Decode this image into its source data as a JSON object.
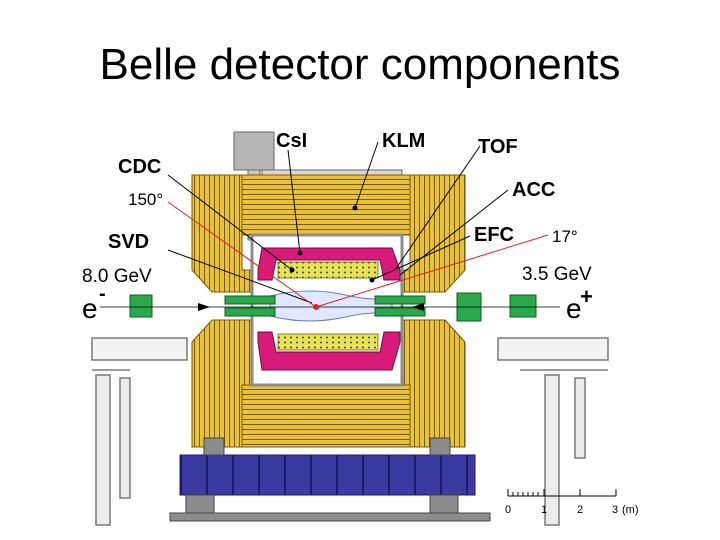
{
  "title": "Belle detector components",
  "labels": {
    "csi": "CsI",
    "klm": "KLM",
    "tof": "TOF",
    "cdc": "CDC",
    "acc": "ACC",
    "efc": "EFC",
    "svd": "SVD",
    "angle_back": "150°",
    "angle_fwd": "17°",
    "energy_electron": "8.0 GeV",
    "energy_positron": "3.5 GeV",
    "electron": "e",
    "electron_sign": "-",
    "positron": "e",
    "positron_sign": "+"
  },
  "scale": {
    "ticks": [
      "0",
      "1",
      "2",
      "3"
    ],
    "unit": "(m)"
  },
  "colors": {
    "klm_yellow": "#e8c23a",
    "klm_line": "#7a5a00",
    "csi_magenta": "#d81b7a",
    "cdc_yellow": "#e6e35a",
    "beam_green": "#2aa84a",
    "support_blue": "#3b3aa0",
    "pointer_red": "#d8232a",
    "grey_frame": "#8c8c8c"
  }
}
